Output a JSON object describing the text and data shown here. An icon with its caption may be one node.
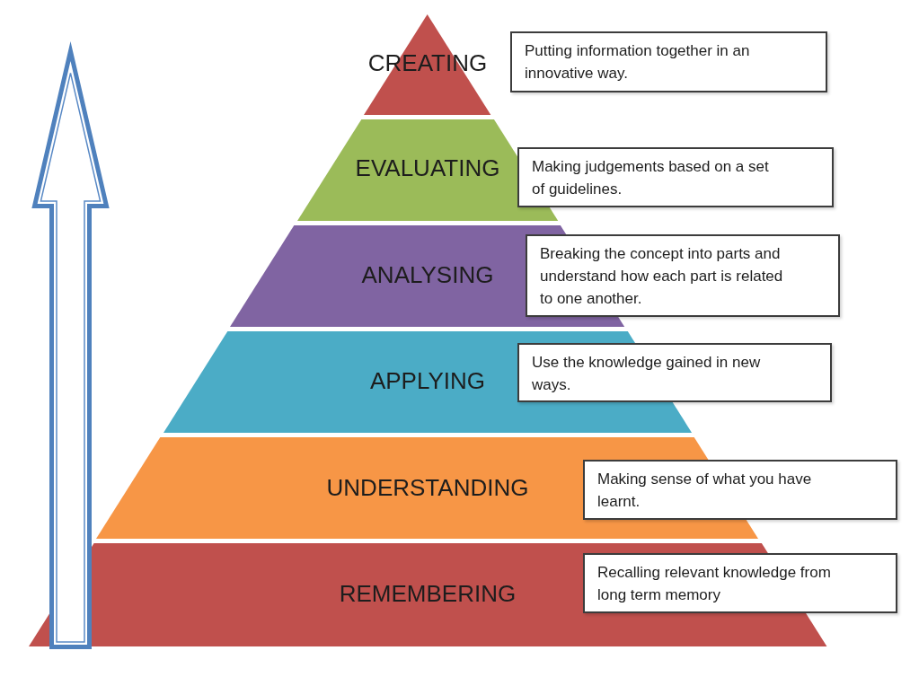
{
  "diagram": {
    "nodes": [
      {
        "text": [
          "CREATING"
        ]
      },
      {
        "text": [
          "Putting information together in an innovative way."
        ]
      },
      {
        "text": [
          "EVALUATING"
        ]
      },
      {
        "text": [
          "Making judgements based on a set of guidelines."
        ]
      },
      {
        "text": [
          "ANALYSING"
        ]
      },
      {
        "text": [
          "Breaking the concept into parts and understand how each part is related to one another."
        ]
      },
      {
        "text": [
          "APPLYING"
        ]
      },
      {
        "text": [
          "Use the knowledge gained in new ways."
        ]
      },
      {
        "text": [
          "UNDERSTANDING"
        ]
      },
      {
        "text": [
          "Making sense of what you have learnt."
        ]
      },
      {
        "text": [
          "REMEMBERING"
        ]
      },
      {
        "text": [
          "Recalling relevant knowledge from long term memory"
        ]
      }
    ]
  }
}
